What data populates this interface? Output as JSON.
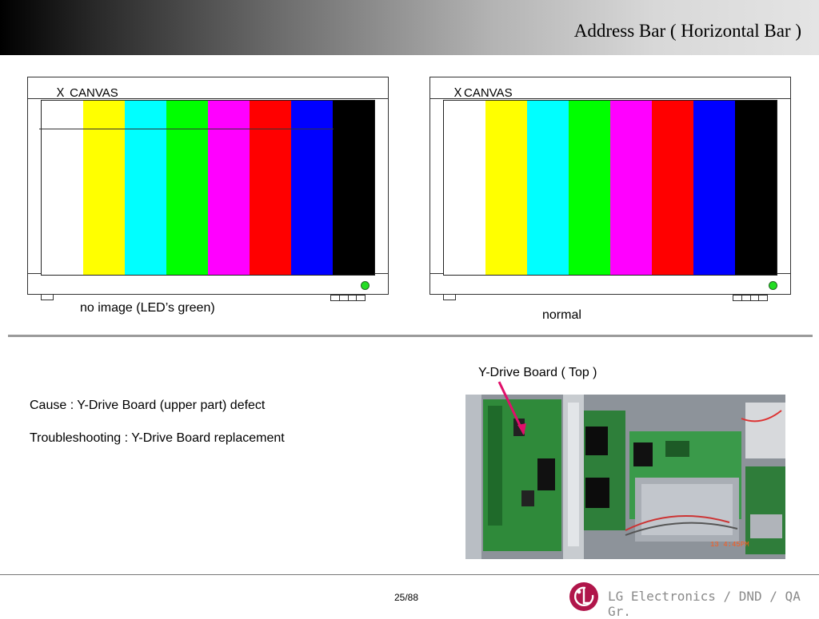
{
  "header": {
    "title": "Address Bar ( Horizontal Bar )"
  },
  "left_panel": {
    "canvas_label": "Ｘ CANVAS",
    "caption": "no image (LED’s green)"
  },
  "right_panel": {
    "canvas_label": "ＸCANVAS",
    "caption": "normal"
  },
  "color_bars": [
    "#ffffff",
    "#ffff00",
    "#00ffff",
    "#00ff00",
    "#ff00ff",
    "#ff0000",
    "#0000ff",
    "#000000"
  ],
  "body": {
    "cause": "Cause : Y-Drive Board (upper part)  defect",
    "troubleshooting": "Troubleshooting : Y-Drive Board  replacement"
  },
  "photo": {
    "label": "Y-Drive Board ( Top )",
    "stamp": "13  4:45PM"
  },
  "footer": {
    "page": "25/88",
    "company": "LG Electronics / DND / QA Gr."
  },
  "colors": {
    "led": "#22dd22",
    "pointer": "#e0106a",
    "logo": "#b0154a"
  }
}
